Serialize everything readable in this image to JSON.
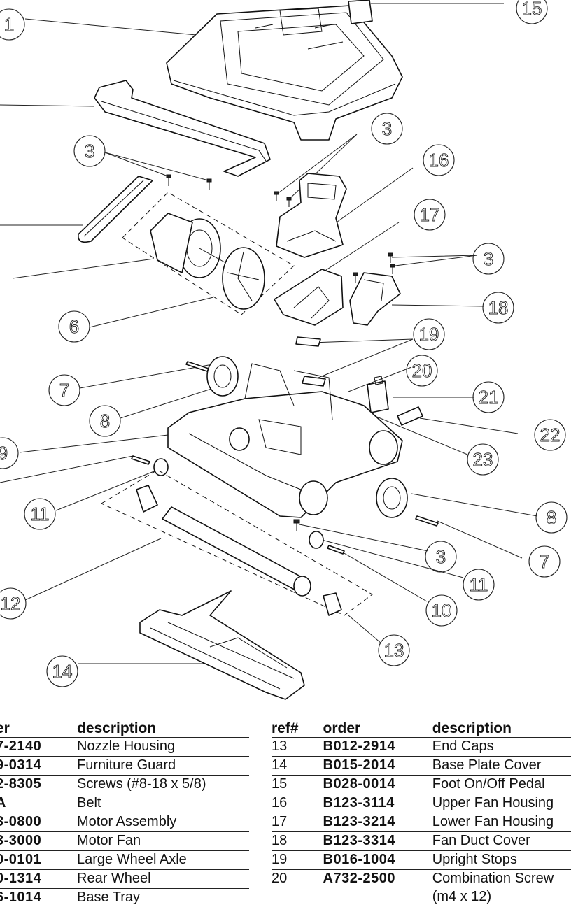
{
  "callouts": [
    "1",
    "3",
    "3",
    "3",
    "6",
    "7",
    "8",
    "9",
    "11",
    "12",
    "13",
    "14",
    "15",
    "16",
    "17",
    "18",
    "19",
    "20",
    "21",
    "22",
    "23",
    "8",
    "7",
    "3",
    "11",
    "10"
  ],
  "left_table": {
    "headers": {
      "order": "er",
      "description": "description"
    },
    "rows": [
      {
        "order": "7-2140",
        "description": "Nozzle Housing"
      },
      {
        "order": "9-0314",
        "description": "Furniture Guard"
      },
      {
        "order": "2-8305",
        "description": "Screws (#8-18 x 5/8)"
      },
      {
        "order": "A",
        "description": "Belt"
      },
      {
        "order": "3-0800",
        "description": "Motor Assembly"
      },
      {
        "order": "3-3000",
        "description": "Motor Fan"
      },
      {
        "order": "0-0101",
        "description": "Large Wheel Axle"
      },
      {
        "order": "0-1314",
        "description": "Rear Wheel"
      },
      {
        "order": "6-1014",
        "description": "Base Tray"
      }
    ]
  },
  "right_table": {
    "headers": {
      "ref": "ref#",
      "order": "order",
      "description": "description"
    },
    "rows": [
      {
        "ref": "13",
        "order": "B012-2914",
        "description": "End Caps"
      },
      {
        "ref": "14",
        "order": "B015-2014",
        "description": "Base Plate Cover"
      },
      {
        "ref": "15",
        "order": "B028-0014",
        "description": "Foot On/Off Pedal"
      },
      {
        "ref": "16",
        "order": "B123-3114",
        "description": "Upper Fan Housing"
      },
      {
        "ref": "17",
        "order": "B123-3214",
        "description": "Lower Fan Housing"
      },
      {
        "ref": "18",
        "order": "B123-3314",
        "description": "Fan Duct Cover"
      },
      {
        "ref": "19",
        "order": "B016-1004",
        "description": "Upright Stops"
      },
      {
        "ref": "20",
        "order": "A732-2500",
        "description": "Combination Screw"
      },
      {
        "ref": "",
        "order": "",
        "description": "(m4 x 12)"
      }
    ]
  }
}
